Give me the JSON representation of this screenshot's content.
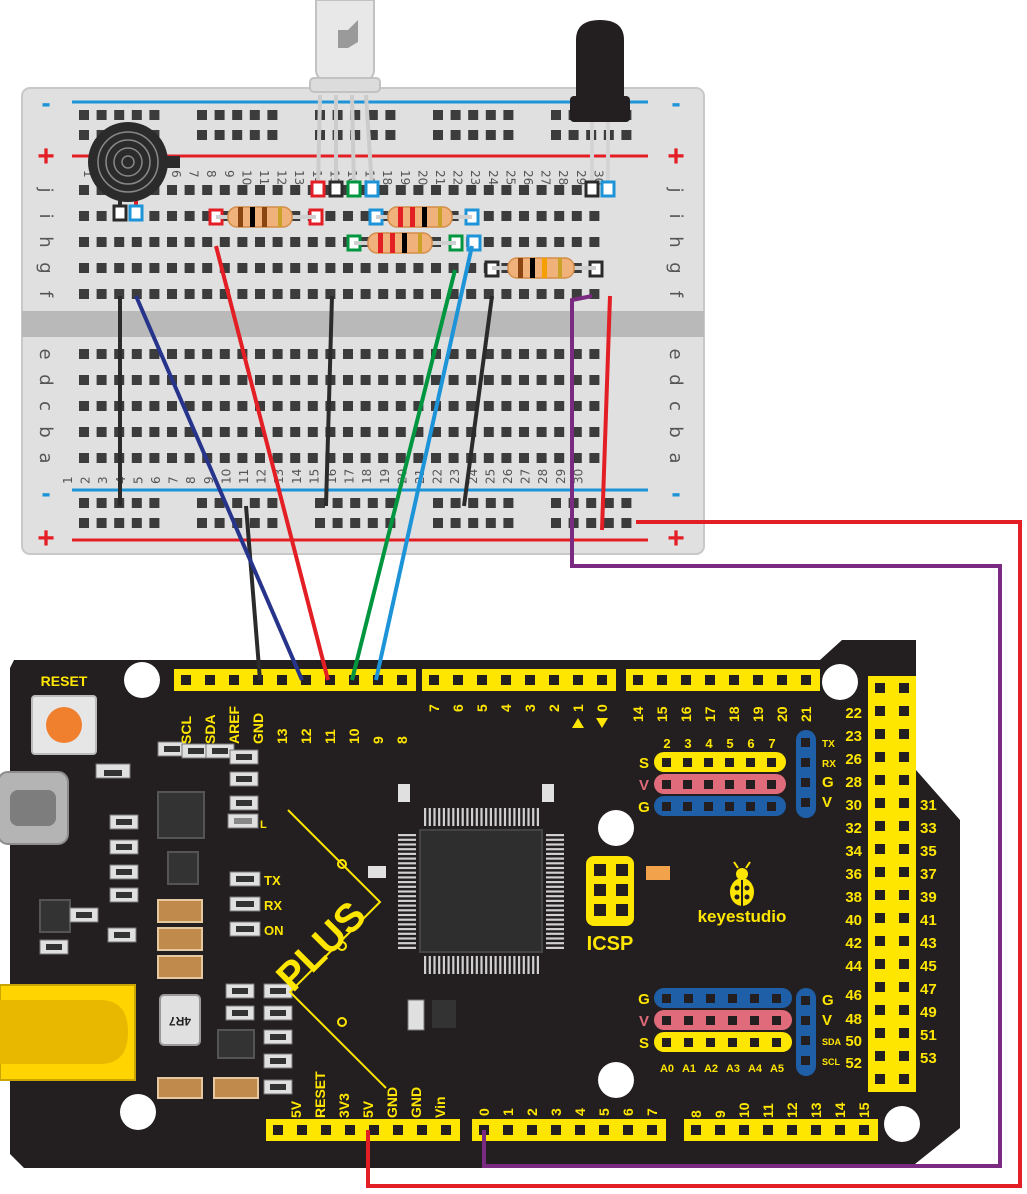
{
  "breadboard": {
    "row_letters_top": [
      "j",
      "i",
      "h",
      "g",
      "f"
    ],
    "row_letters_bottom": [
      "e",
      "d",
      "c",
      "b",
      "a"
    ],
    "column_numbers": [
      "1",
      "2",
      "3",
      "4",
      "5",
      "6",
      "7",
      "8",
      "9",
      "10",
      "11",
      "12",
      "13",
      "14",
      "15",
      "16",
      "17",
      "18",
      "19",
      "20",
      "21",
      "22",
      "23",
      "24",
      "25",
      "26",
      "27",
      "28",
      "29",
      "30"
    ],
    "rail_minus": "-",
    "rail_plus": "+"
  },
  "board": {
    "reset_label": "RESET",
    "plus_text": "PLUS",
    "brand": "keyestudio",
    "icsp_label": "ICSP",
    "inductor_label": "4R7",
    "led_labels": {
      "tx": "TX",
      "rx": "RX",
      "on": "ON",
      "l": "L"
    },
    "top_left_header": [
      "SCL",
      "SDA",
      "AREF",
      "GND",
      "13",
      "12",
      "11",
      "10",
      "9",
      "8"
    ],
    "top_mid_header": [
      "7",
      "6",
      "5",
      "4",
      "3",
      "2",
      "1",
      "0"
    ],
    "top_right_header": [
      "14",
      "15",
      "16",
      "17",
      "18",
      "19",
      "20",
      "21"
    ],
    "bottom_power_header": [
      "5V",
      "RESET",
      "3V3",
      "5V",
      "GND",
      "GND",
      "Vin"
    ],
    "bottom_mid_header": [
      "0",
      "1",
      "2",
      "3",
      "4",
      "5",
      "6",
      "7"
    ],
    "bottom_right_header": [
      "8",
      "9",
      "10",
      "11",
      "12",
      "13",
      "14",
      "15"
    ],
    "right_header_left_numbers": [
      "22",
      "23",
      "26",
      "28",
      "30",
      "32",
      "34",
      "36",
      "38",
      "40",
      "42",
      "44",
      "46",
      "48",
      "50",
      "52"
    ],
    "right_header_right_numbers": [
      "31",
      "33",
      "35",
      "37",
      "39",
      "41",
      "43",
      "45",
      "47",
      "49",
      "51",
      "53"
    ],
    "digital_block_numbers": [
      "2",
      "3",
      "4",
      "5",
      "6",
      "7"
    ],
    "digital_block_rows": [
      "S",
      "V",
      "G"
    ],
    "serial_labels": [
      "TX",
      "RX",
      "G",
      "V"
    ],
    "analog_block_rows": [
      "G",
      "V",
      "S"
    ],
    "analog_block_numbers": [
      "A0",
      "A1",
      "A2",
      "A3",
      "A4",
      "A5"
    ],
    "i2c_labels": [
      "G",
      "V",
      "SDA",
      "SCL"
    ]
  },
  "colors": {
    "wire_red": "#e31e24",
    "wire_black": "#2b2b2b",
    "wire_navy": "#27348b",
    "wire_green": "#009640",
    "wire_blue": "#1d94d8",
    "wire_purple": "#7b2a82",
    "board_bg": "#231f20",
    "header_yellow": "#ffe600",
    "breadboard_bg": "#dedede"
  }
}
